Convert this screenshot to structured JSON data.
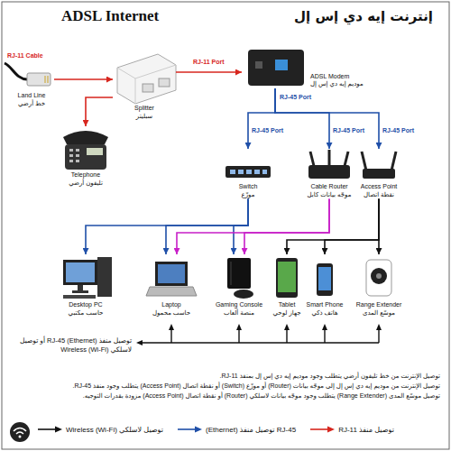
{
  "diagram": {
    "title": "ADSL Internet",
    "nodes": [
      {
        "text": [
          "Land Line",
          "خط أرضي"
        ]
      },
      {
        "text": [
          "Splitter",
          "سبليتر"
        ]
      },
      {
        "text": [
          "ADSL Modem",
          "موديم إيه دي إس إل"
        ]
      },
      {
        "text": [
          "Telephone",
          "تليفون أرضي"
        ]
      },
      {
        "text": [
          "Switch",
          "موزّع"
        ]
      },
      {
        "text": [
          "Cable Router",
          "موجّه بيانات كابل"
        ]
      },
      {
        "text": [
          "Access Point",
          "نقطة اتصال"
        ]
      },
      {
        "text": [
          "Desktop PC",
          "حاسب مكتبي"
        ]
      },
      {
        "text": [
          "Laptop",
          "حاسب محمول"
        ]
      },
      {
        "text": [
          "Gaming Console",
          "منصة ألعاب"
        ]
      },
      {
        "text": [
          "Tablet",
          "جهاز لوحي"
        ]
      },
      {
        "text": [
          "Smart Phone",
          "هاتف ذكي"
        ]
      },
      {
        "text": [
          "Range Extender",
          "موسّع المدى"
        ]
      }
    ],
    "edges": [
      {
        "from": 0,
        "to": 1,
        "arrow": "to"
      },
      {
        "from": 1,
        "to": 2,
        "arrow": "to"
      },
      {
        "from": 1,
        "to": 3,
        "arrow": "to"
      },
      {
        "from": 2,
        "to": 4,
        "arrow": "to"
      },
      {
        "from": 2,
        "to": 5,
        "arrow": "to"
      },
      {
        "from": 2,
        "to": 6,
        "arrow": "to"
      },
      {
        "from": 4,
        "to": 7,
        "arrow": "to"
      },
      {
        "from": 4,
        "to": 8,
        "arrow": "to"
      },
      {
        "from": 4,
        "to": 9,
        "arrow": "to"
      },
      {
        "from": 5,
        "to": 8,
        "arrow": "to"
      },
      {
        "from": 5,
        "to": 9,
        "arrow": "to"
      },
      {
        "from": 6,
        "to": 10,
        "arrow": "to"
      },
      {
        "from": 6,
        "to": 11,
        "arrow": "to"
      },
      {
        "from": 6,
        "to": 12,
        "arrow": "to"
      }
    ],
    "labels": [
      "إنترنت إيه دي إس إل",
      "RJ-11 Cable",
      "RJ-11 Port",
      "RJ-45 Port",
      "RJ-45 Port",
      "RJ-45 Port",
      "RJ-45 Port",
      "توصيل منفذ RJ-45 (Ethernet) أو توصيل لاسلكي Wireless (Wi-Fi)",
      "توصيل الإنترنت من خط تليفون أرضي يتطلب وجود موديم إيه دي إس إل بمنفذ RJ-11.",
      "توصيل الإنترنت من موديم إيه دي إس إل إلى موجّه بيانات (Router) أو موزّع (Switch) أو نقطة اتصال (Access Point) يتطلب وجود منفذ RJ-45.",
      "توصيل موسّع المدى (Range Extender) يتطلب وجود موجّه بيانات لاسلكي (Router) أو نقطة اتصال (Access Point) مزودة بقدرات التوجيه."
    ],
    "legend": [
      {
        "text": "Wireless (Wi-Fi) توصيل لاسلكي"
      },
      {
        "text": "(Ethernet) توصيل منفذ RJ-45"
      },
      {
        "text": "توصيل منفذ RJ-11"
      }
    ]
  }
}
